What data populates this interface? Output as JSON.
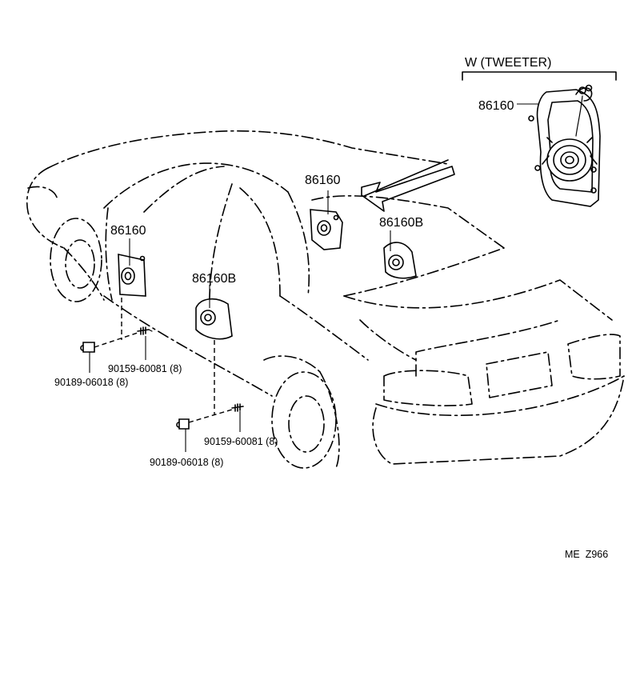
{
  "diagram": {
    "inset_title": "W (TWEETER)",
    "code": "ME  Z966",
    "labels": {
      "tweeter": "86160",
      "rear_shelf_left": "86160",
      "rear_shelf_right": "86160B",
      "front_door": "86160",
      "rear_door": "86160B",
      "screw_front": "90159-60081 (8)",
      "nut_front": "90189-06018 (8)",
      "screw_rear": "90159-60081 (8)",
      "nut_rear": "90189-06018 (8)"
    }
  }
}
